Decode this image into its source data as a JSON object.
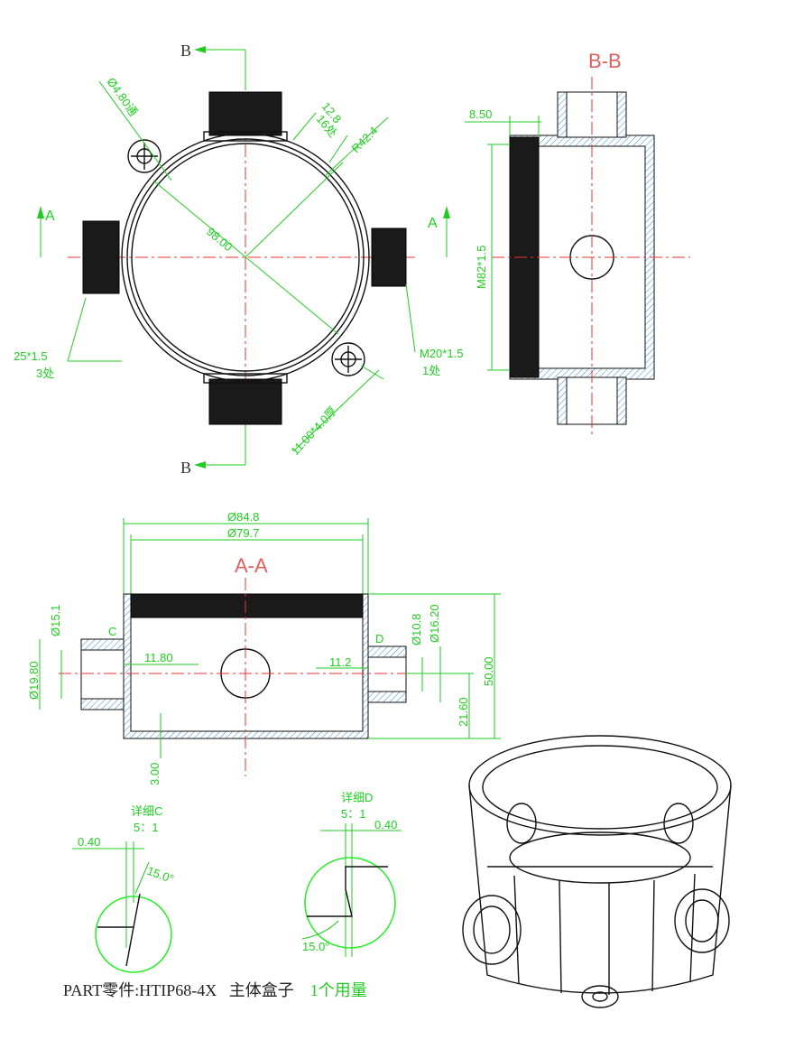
{
  "top_view": {
    "section_mark_top": "B",
    "section_mark_bottom": "B",
    "section_mark_left": "A",
    "section_mark_right": "A",
    "hole_dia": "Ø4.80通",
    "rib_width": "12.8",
    "rib_count": "16处",
    "radius": "R42.4",
    "diagonal": "98.00",
    "thread_left": "25*1.5",
    "thread_left_count": "3处",
    "thread_right": "M20*1.5",
    "thread_right_count": "1处",
    "ear_size": "11.00*4.0厚"
  },
  "section_bb": {
    "title": "B-B",
    "wall": "8.50",
    "thread": "M82*1.5"
  },
  "section_aa": {
    "title": "A-A",
    "outer_dia": "Ø84.8",
    "inner_dia": "Ø79.7",
    "left_boss_inner": "Ø15.1",
    "left_boss_outer": "Ø19.80",
    "left_boss_len": "11.80",
    "right_boss_len": "11.2",
    "right_boss_inner": "Ø10.8",
    "right_boss_outer": "Ø16.20",
    "height": "50.00",
    "center_height": "21.60",
    "floor": "3.00",
    "detail_c_mark": "C",
    "detail_d_mark": "D"
  },
  "detail_c": {
    "title": "详细C",
    "scale": "5：1",
    "offset": "0.40",
    "angle": "15.0°"
  },
  "detail_d": {
    "title": "详细D",
    "scale": "5：1",
    "offset": "0.40",
    "angle": "15.0°"
  },
  "footer": {
    "part": "PART零件:HTIP68-4X",
    "name": "主体盒子",
    "qty": "1个用量"
  }
}
